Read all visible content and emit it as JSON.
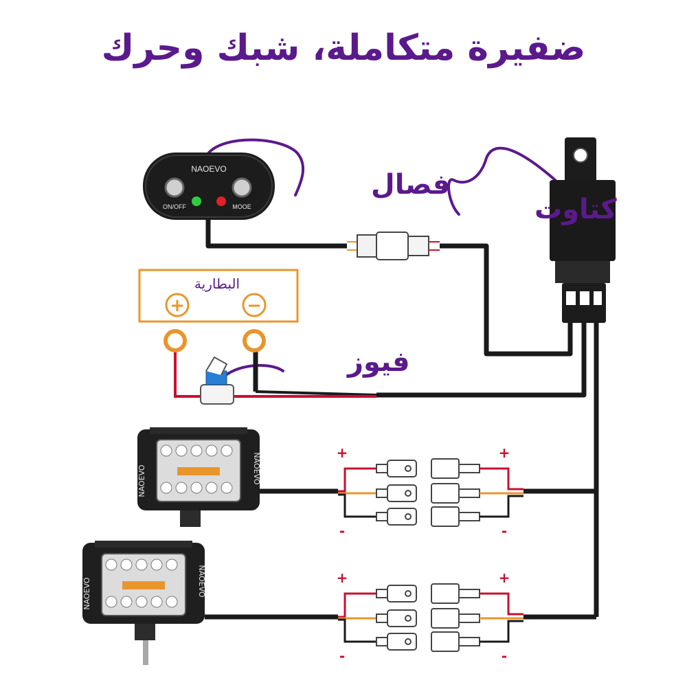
{
  "title": "ضفيرة متكاملة، شبك وحرك",
  "colors": {
    "accent": "#5b1a8c",
    "wire": "#1a1a1a",
    "positive_wire": "#c8102e",
    "signal_wire": "#e8962c",
    "battery_frame": "#e8962c",
    "switch_green": "#2ecc40",
    "switch_red": "#e0202a",
    "fuse_blue": "#2a7fd4"
  },
  "labels": {
    "switch": "فصال",
    "relay": "كتاوت",
    "battery": "البطارية",
    "fuse": "فيوز"
  },
  "switch_panel": {
    "brand": "NAOEVO",
    "left_button": "ON/OFF",
    "right_button": "MOOE"
  },
  "battery_terminals": {
    "positive": "+",
    "negative": "−"
  },
  "light_brand": "NAOEVO",
  "connector_signs": {
    "positive": "+",
    "negative": "-"
  }
}
